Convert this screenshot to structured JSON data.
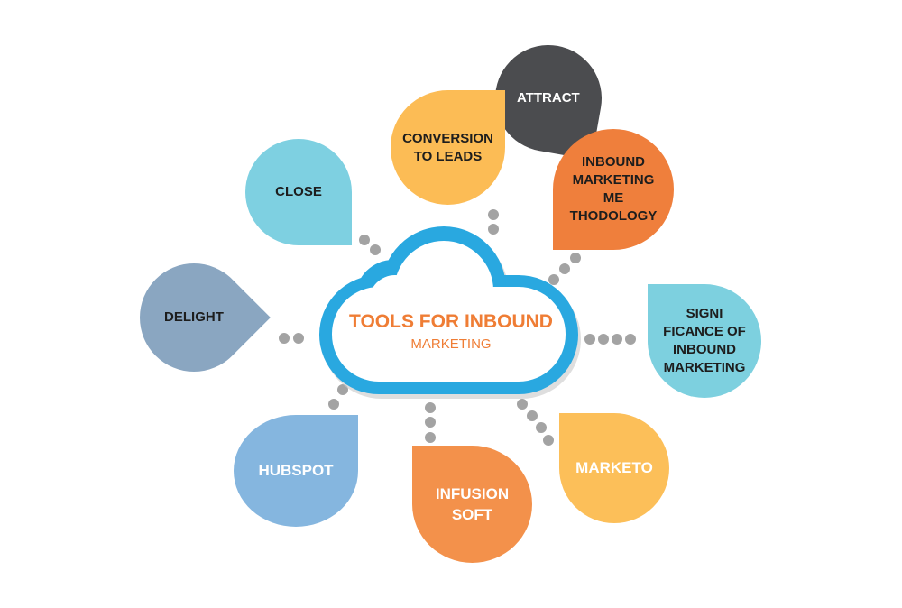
{
  "center": {
    "title": "TOOLS FOR INBOUND",
    "subtitle": "MARKETING"
  },
  "nodes": {
    "attract": {
      "label": "ATTRACT",
      "color": "#4b4c4f"
    },
    "conversion": {
      "label": "CONVERSION\nTO LEADS",
      "color": "#fcbc55"
    },
    "close": {
      "label": "CLOSE",
      "color": "#7ed0e1"
    },
    "methodology": {
      "label": "INBOUND\nMARKETING\nME\nTHODOLOGY",
      "color": "#ef7f3c"
    },
    "delight": {
      "label": "DELIGHT",
      "color": "#8aa6c1"
    },
    "significance": {
      "label": "SIGNI\nFICANCE OF\nINBOUND\nMARKETING",
      "color": "#7dd0df"
    },
    "hubspot": {
      "label": "HUBSPOT",
      "color": "#85b6df"
    },
    "infusion": {
      "label": "INFUSION\nSOFT",
      "color": "#f3914b"
    },
    "marketo": {
      "label": "MARKETO",
      "color": "#fcbf59"
    }
  }
}
